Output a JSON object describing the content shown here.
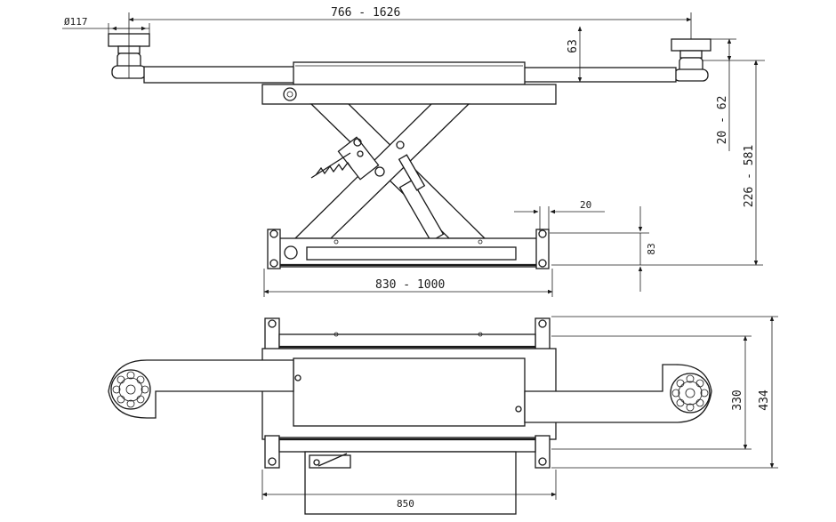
{
  "labels": {
    "dia_upper": "Ø117",
    "arm_span": "766 - 1626",
    "pad_height": "63",
    "pad_adjust": "20 - 62",
    "lift_height": "226 - 581",
    "rail_gap": "20",
    "base_height": "83",
    "width_range": "830 - 1000",
    "plan_depth": "330",
    "plan_total": "434",
    "plan_width": "850"
  }
}
